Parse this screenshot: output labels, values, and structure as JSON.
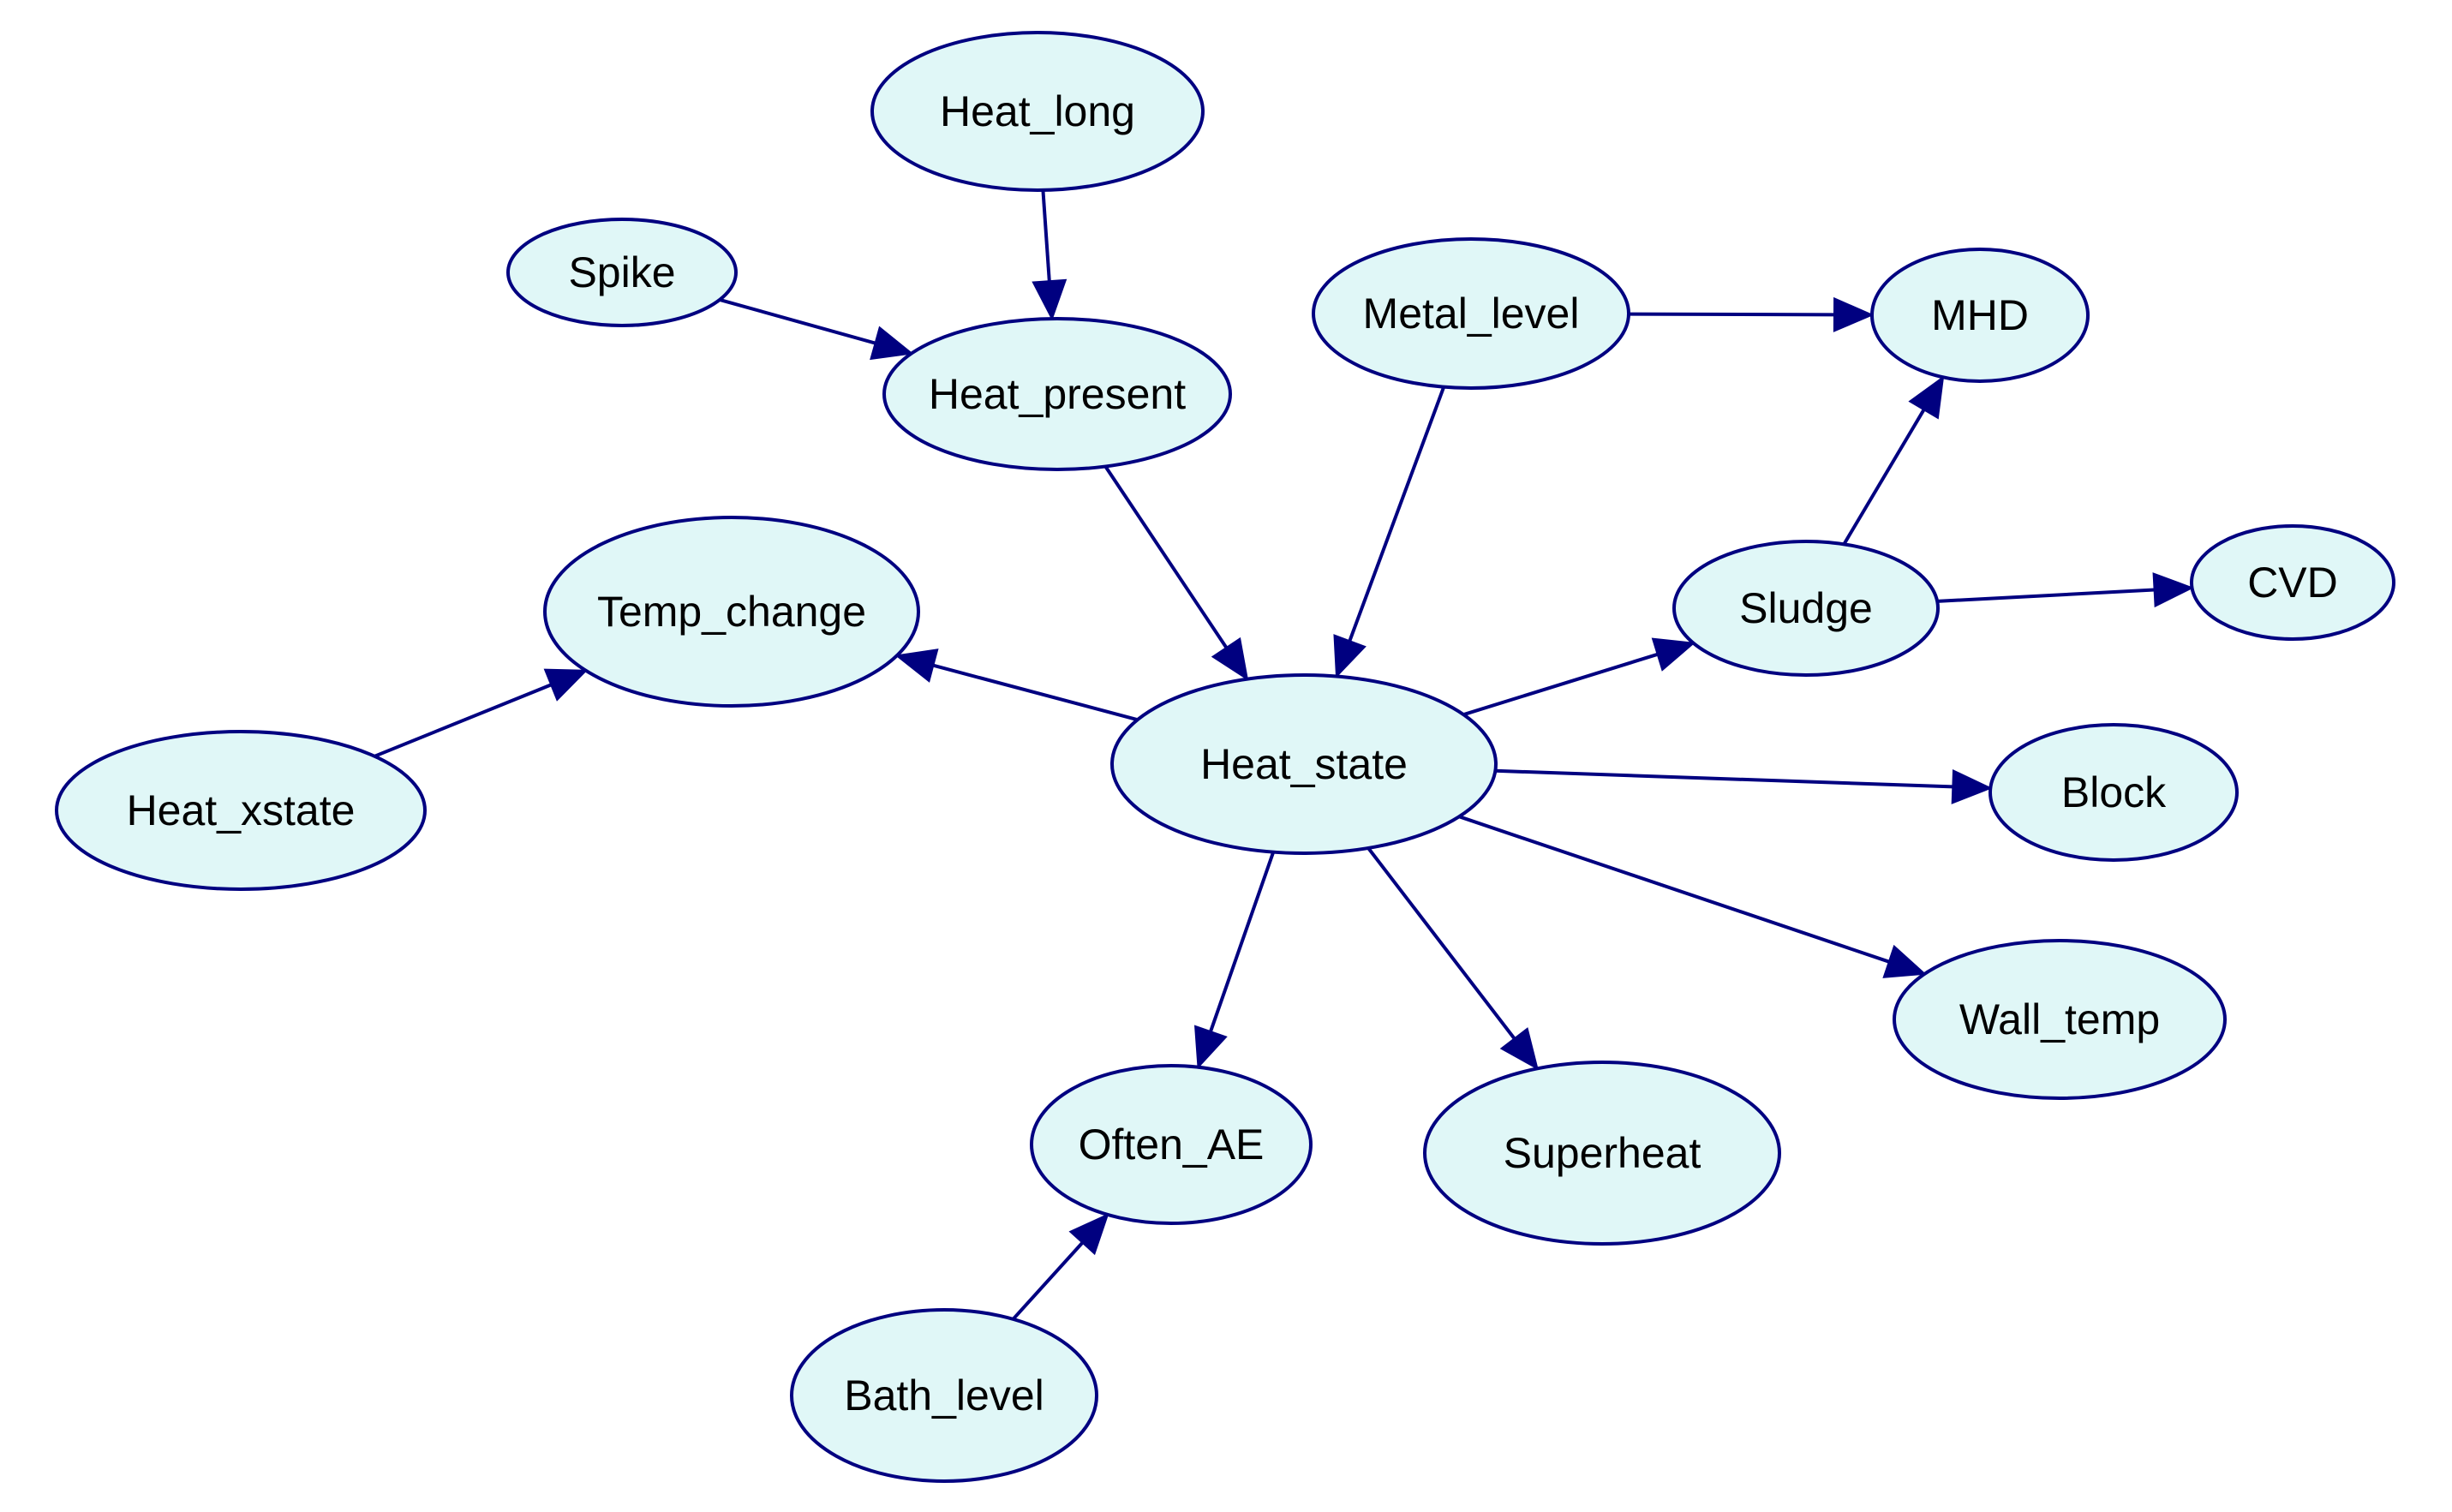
{
  "diagram": {
    "type": "directed-graph",
    "colors": {
      "node_fill": "#e0f7f7",
      "node_stroke": "#000080",
      "edge": "#000080",
      "text": "#000000"
    },
    "nodes": [
      {
        "id": "heat_long",
        "label": "Heat_long"
      },
      {
        "id": "spike",
        "label": "Spike"
      },
      {
        "id": "heat_present",
        "label": "Heat_present"
      },
      {
        "id": "metal_level",
        "label": "Metal_level"
      },
      {
        "id": "mhd",
        "label": "MHD"
      },
      {
        "id": "temp_change",
        "label": "Temp_change"
      },
      {
        "id": "sludge",
        "label": "Sludge"
      },
      {
        "id": "cvd",
        "label": "CVD"
      },
      {
        "id": "heat_xstate",
        "label": "Heat_xstate"
      },
      {
        "id": "heat_state",
        "label": "Heat_state"
      },
      {
        "id": "block",
        "label": "Block"
      },
      {
        "id": "wall_temp",
        "label": "Wall_temp"
      },
      {
        "id": "often_ae",
        "label": "Often_AE"
      },
      {
        "id": "superheat",
        "label": "Superheat"
      },
      {
        "id": "bath_level",
        "label": "Bath_level"
      }
    ],
    "edges": [
      {
        "from": "heat_long",
        "to": "heat_present"
      },
      {
        "from": "spike",
        "to": "heat_present"
      },
      {
        "from": "heat_present",
        "to": "heat_state"
      },
      {
        "from": "metal_level",
        "to": "mhd"
      },
      {
        "from": "metal_level",
        "to": "heat_state"
      },
      {
        "from": "sludge",
        "to": "mhd"
      },
      {
        "from": "sludge",
        "to": "cvd"
      },
      {
        "from": "heat_xstate",
        "to": "temp_change"
      },
      {
        "from": "heat_state",
        "to": "temp_change"
      },
      {
        "from": "heat_state",
        "to": "sludge"
      },
      {
        "from": "heat_state",
        "to": "block"
      },
      {
        "from": "heat_state",
        "to": "wall_temp"
      },
      {
        "from": "heat_state",
        "to": "often_ae"
      },
      {
        "from": "heat_state",
        "to": "superheat"
      },
      {
        "from": "bath_level",
        "to": "often_ae"
      }
    ]
  }
}
